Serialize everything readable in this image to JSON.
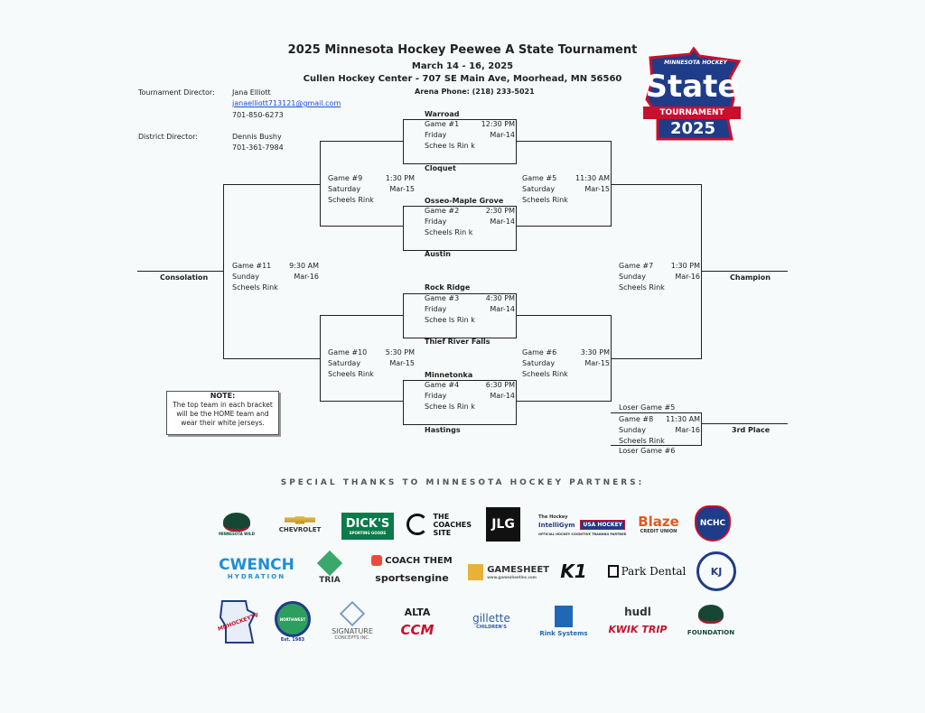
{
  "header": {
    "title": "2025 Minnesota Hockey Peewee A State Tournament",
    "dates": "March 14 - 16, 2025",
    "venue": "Cullen Hockey Center - 707 SE Main Ave, Moorhead, MN 56560",
    "arena_phone": "Arena Phone: (218) 233-5021"
  },
  "contacts": {
    "td_label": "Tournament Director:",
    "td_name": "Jana Elliott",
    "td_email": "janaelliott713121@gmail.com",
    "td_phone": "701-850-6273",
    "dd_label": "District Director:",
    "dd_name": "Dennis Bushy",
    "dd_phone": "701-361-7984"
  },
  "logo": {
    "top": "MINNESOTA HOCKEY",
    "main": "State",
    "band": "TOURNAMENT",
    "year": "2025",
    "colors": {
      "blue": "#1f3c88",
      "red": "#c8102e"
    }
  },
  "teams": [
    "Warroad",
    "Cloquet",
    "Osseo-Maple Grove",
    "Austin",
    "Rock Ridge",
    "Thief River Falls",
    "Minnetonka",
    "Hastings"
  ],
  "games": [
    {
      "id": "g1",
      "name": "Game #1",
      "time": "12:30 PM",
      "day": "Friday",
      "date": "Mar-14",
      "rink": "Schee ls Rin k"
    },
    {
      "id": "g2",
      "name": "Game #2",
      "time": "2:30 PM",
      "day": "Friday",
      "date": "Mar-14",
      "rink": "Scheels Rin k"
    },
    {
      "id": "g3",
      "name": "Game #3",
      "time": "4:30 PM",
      "day": "Friday",
      "date": "Mar-14",
      "rink": "Schee ls Rin k"
    },
    {
      "id": "g4",
      "name": "Game #4",
      "time": "6:30 PM",
      "day": "Friday",
      "date": "Mar-14",
      "rink": "Schee ls Rin k"
    },
    {
      "id": "g5",
      "name": "Game #5",
      "time": "11:30 AM",
      "day": "Saturday",
      "date": "Mar-15",
      "rink": "Scheels Rink"
    },
    {
      "id": "g6",
      "name": "Game #6",
      "time": "3:30 PM",
      "day": "Saturday",
      "date": "Mar-15",
      "rink": "Scheels Rink"
    },
    {
      "id": "g7",
      "name": "Game #7",
      "time": "1:30 PM",
      "day": "Sunday",
      "date": "Mar-16",
      "rink": "Scheels Rink"
    },
    {
      "id": "g8",
      "name": "Game #8",
      "time": "11:30 AM",
      "day": "Sunday",
      "date": "Mar-16",
      "rink": "Scheels Rink"
    },
    {
      "id": "g9",
      "name": "Game #9",
      "time": "1:30 PM",
      "day": "Saturday",
      "date": "Mar-15",
      "rink": "Scheels Rink"
    },
    {
      "id": "g10",
      "name": "Game #10",
      "time": "5:30 PM",
      "day": "Saturday",
      "date": "Mar-15",
      "rink": "Scheels Rink"
    },
    {
      "id": "g11",
      "name": "Game #11",
      "time": "9:30 AM",
      "day": "Sunday",
      "date": "Mar-16",
      "rink": "Scheels Rink"
    }
  ],
  "labels": {
    "consolation": "Consolation",
    "champion": "Champion",
    "third": "3rd Place",
    "loser5": "Loser Game #5",
    "loser6": "Loser Game #6"
  },
  "note": {
    "heading": "NOTE:",
    "l1": "The top team in each bracket",
    "l2": "will be the HOME team and",
    "l3": "wear their white jerseys."
  },
  "thanks": "SPECIAL THANKS TO MINNESOTA HOCKEY PARTNERS:",
  "partners": {
    "wild": "MINNESOTA WILD",
    "chevy": "CHEVROLET",
    "dicks": "DICK'S",
    "dicks2": "SPORTING GOODS",
    "coaches1": "THE",
    "coaches2": "COACHES",
    "coaches3": "SITE",
    "jlg": "JLG",
    "igym1": "The Hockey",
    "igym2": "IntelliGym",
    "igym3": "OFFICIAL HOCKEY COGNITIVE TRAINING PARTNER",
    "usa": "USA HOCKEY",
    "blaze": "Blaze",
    "blaze2": "CREDIT UNION",
    "nchc": "NCHC",
    "cwench": "CWENCH",
    "cwench2": "HYDRATION",
    "tria": "TRIA",
    "coachthem": "COACH THEM",
    "sportsengine": "sportsengine",
    "gamesheet": "GAMESHEET",
    "gamesheet2": "www.gamesheetinc.com",
    "k1": "K1",
    "park": "Park Dental",
    "kj": "KJ",
    "mnhockeytv": "MNHOCKEYTV",
    "nw": "NORTHWEST",
    "nw2": "Est. 1983",
    "sig": "SIGNATURE",
    "sig2": "CONCEPTS INC.",
    "alta": "ALTA",
    "ccm": "CCM",
    "gillette": "gillette",
    "gillette2": "CHILDREN'S",
    "rink": "Rink Systems",
    "hudl": "hudl",
    "kwik": "KWIK TRIP",
    "foundation": "FOUNDATION"
  }
}
